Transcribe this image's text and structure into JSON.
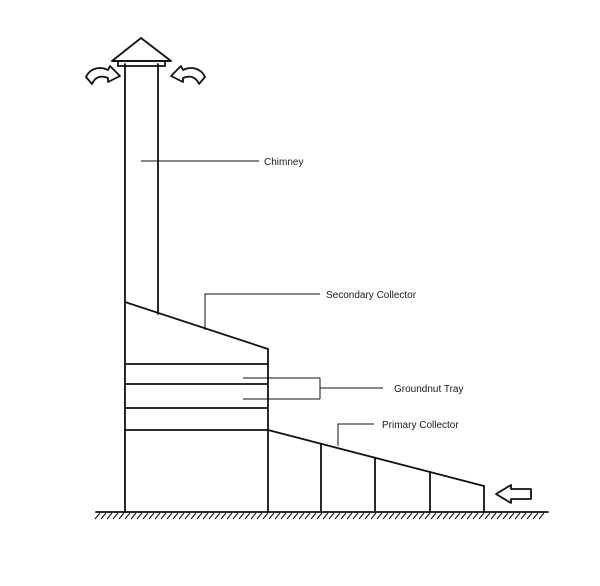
{
  "labels": {
    "chimney": "Chimney",
    "secondary_collector": "Secondary Collector",
    "groundnut_tray": "Groundnut Tray",
    "primary_collector": "Primary Collector"
  },
  "icons": {
    "air_outlet_left": "curved-arrow-icon",
    "air_outlet_right": "curved-arrow-icon",
    "air_inlet": "hollow-right-arrow-icon",
    "chimney_cap": "triangle-cap-icon"
  }
}
